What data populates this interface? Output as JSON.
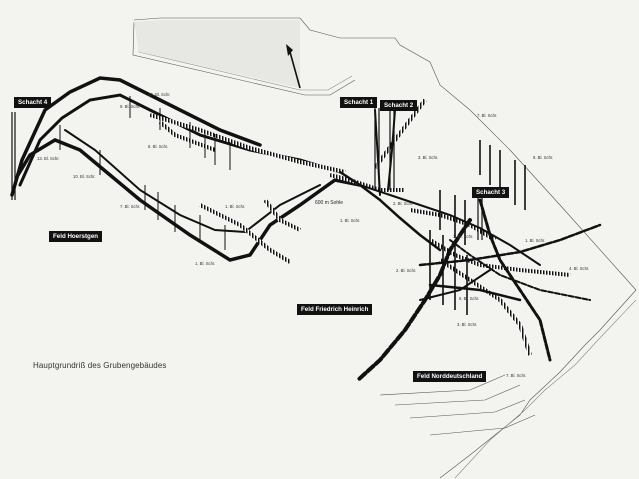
{
  "caption": "Hauptgrundriß des Grubengebäudes",
  "shafts": [
    "Schacht 4",
    "Schacht 1",
    "Schacht 2",
    "Schacht 3"
  ],
  "fields": [
    "Feld Hoerstgen",
    "Feld Friedrich Heinrich",
    "Feld Norddeutschland"
  ],
  "level_label": "600 m Sohle",
  "bl_labels": [
    "10. Bl. Schr.",
    "9. Bl. Schr.",
    "8. Bl. Schr.",
    "13. Bl. Schr.",
    "10. Bl. Schr.",
    "7. Bl. Schr.",
    "1. Bl. Schr.",
    "1. Bl. Schr.",
    "1. Bl. Schr.",
    "3. Bl. Schr.",
    "2. Bl. Schr.",
    "7. Bl. Schr.",
    "8. Bl. Schr.",
    "1. Bl. Schr.",
    "2. Bl. Schr.",
    "1. Bl. Schr.",
    "4. Bl. Schr.",
    "3. Bl. Schr.",
    "6. Bl. Schr.",
    "7. Bl. Schr.",
    "8. Bl. Schr.",
    "9. Bl. Schr.",
    "7. Bl. Schr."
  ]
}
